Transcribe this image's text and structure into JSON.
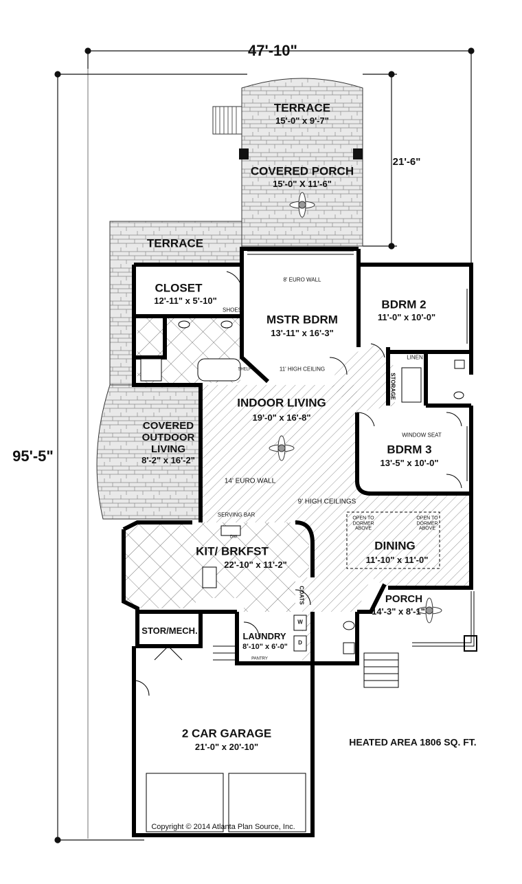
{
  "dimensions": {
    "overall_width": "47'-10\"",
    "overall_depth": "95'-5\"",
    "porch_depth": "21'-6\""
  },
  "rooms": {
    "terrace_top": {
      "name": "TERRACE",
      "size": "15'-0\" x 9'-7\""
    },
    "covered_porch": {
      "name": "COVERED PORCH",
      "size": "15'-0\" X 11'-6\""
    },
    "terrace_left": {
      "name": "TERRACE"
    },
    "closet": {
      "name": "CLOSET",
      "size": "12'-11\" x 5'-10\""
    },
    "mstr_bdrm": {
      "name": "MSTR BDRM",
      "size": "13'-11\" x 16'-3\""
    },
    "bdrm2": {
      "name": "BDRM 2",
      "size": "11'-0\" x 10'-0\""
    },
    "indoor_living": {
      "name": "INDOOR LIVING",
      "size": "19'-0\" x 16'-8\""
    },
    "covered_outdoor": {
      "name_line1": "COVERED",
      "name_line2": "OUTDOOR",
      "name_line3": "LIVING",
      "size": "8'-2\" x 16'-2\""
    },
    "bdrm3": {
      "name": "BDRM 3",
      "size": "13'-5\" x 10'-0\""
    },
    "dining": {
      "name": "DINING",
      "size": "11'-10\" x 11'-0\""
    },
    "kit": {
      "name": "KIT/ BRKFST",
      "size": "22'-10\" x 11'-2\""
    },
    "porch": {
      "name": "PORCH",
      "size": "14'-3\" x 8'-1\""
    },
    "stor_mech": {
      "name": "STOR/MECH."
    },
    "laundry": {
      "name": "LAUNDRY",
      "size": "8'-10\" x 6'-0\""
    },
    "garage": {
      "name": "2 CAR GARAGE",
      "size": "21'-0\" x 20'-10\""
    }
  },
  "notes": {
    "euro_wall_8": "8' EURO WALL",
    "high_ceiling_11": "11' HIGH CEILING",
    "shoes": "SHOES",
    "shelf": "SHELF",
    "linen": "LINEN",
    "storage": "STORAGE",
    "window_seat": "WINDOW SEAT",
    "euro_wall_14": "14' EURO WALL",
    "high_ceilings_9": "9' HIGH CEILINGS",
    "serving_bar": "SERVING BAR",
    "open_dormer": "OPEN TO DORMER ABOVE",
    "coats": "COATS",
    "dw": "DW",
    "washer": "W",
    "dryer": "D",
    "pantry": "PANTRY"
  },
  "heated_area": "HEATED AREA  1806 SQ. FT.",
  "copyright": "Copyright ©  2014  Atlanta Plan Source, Inc."
}
